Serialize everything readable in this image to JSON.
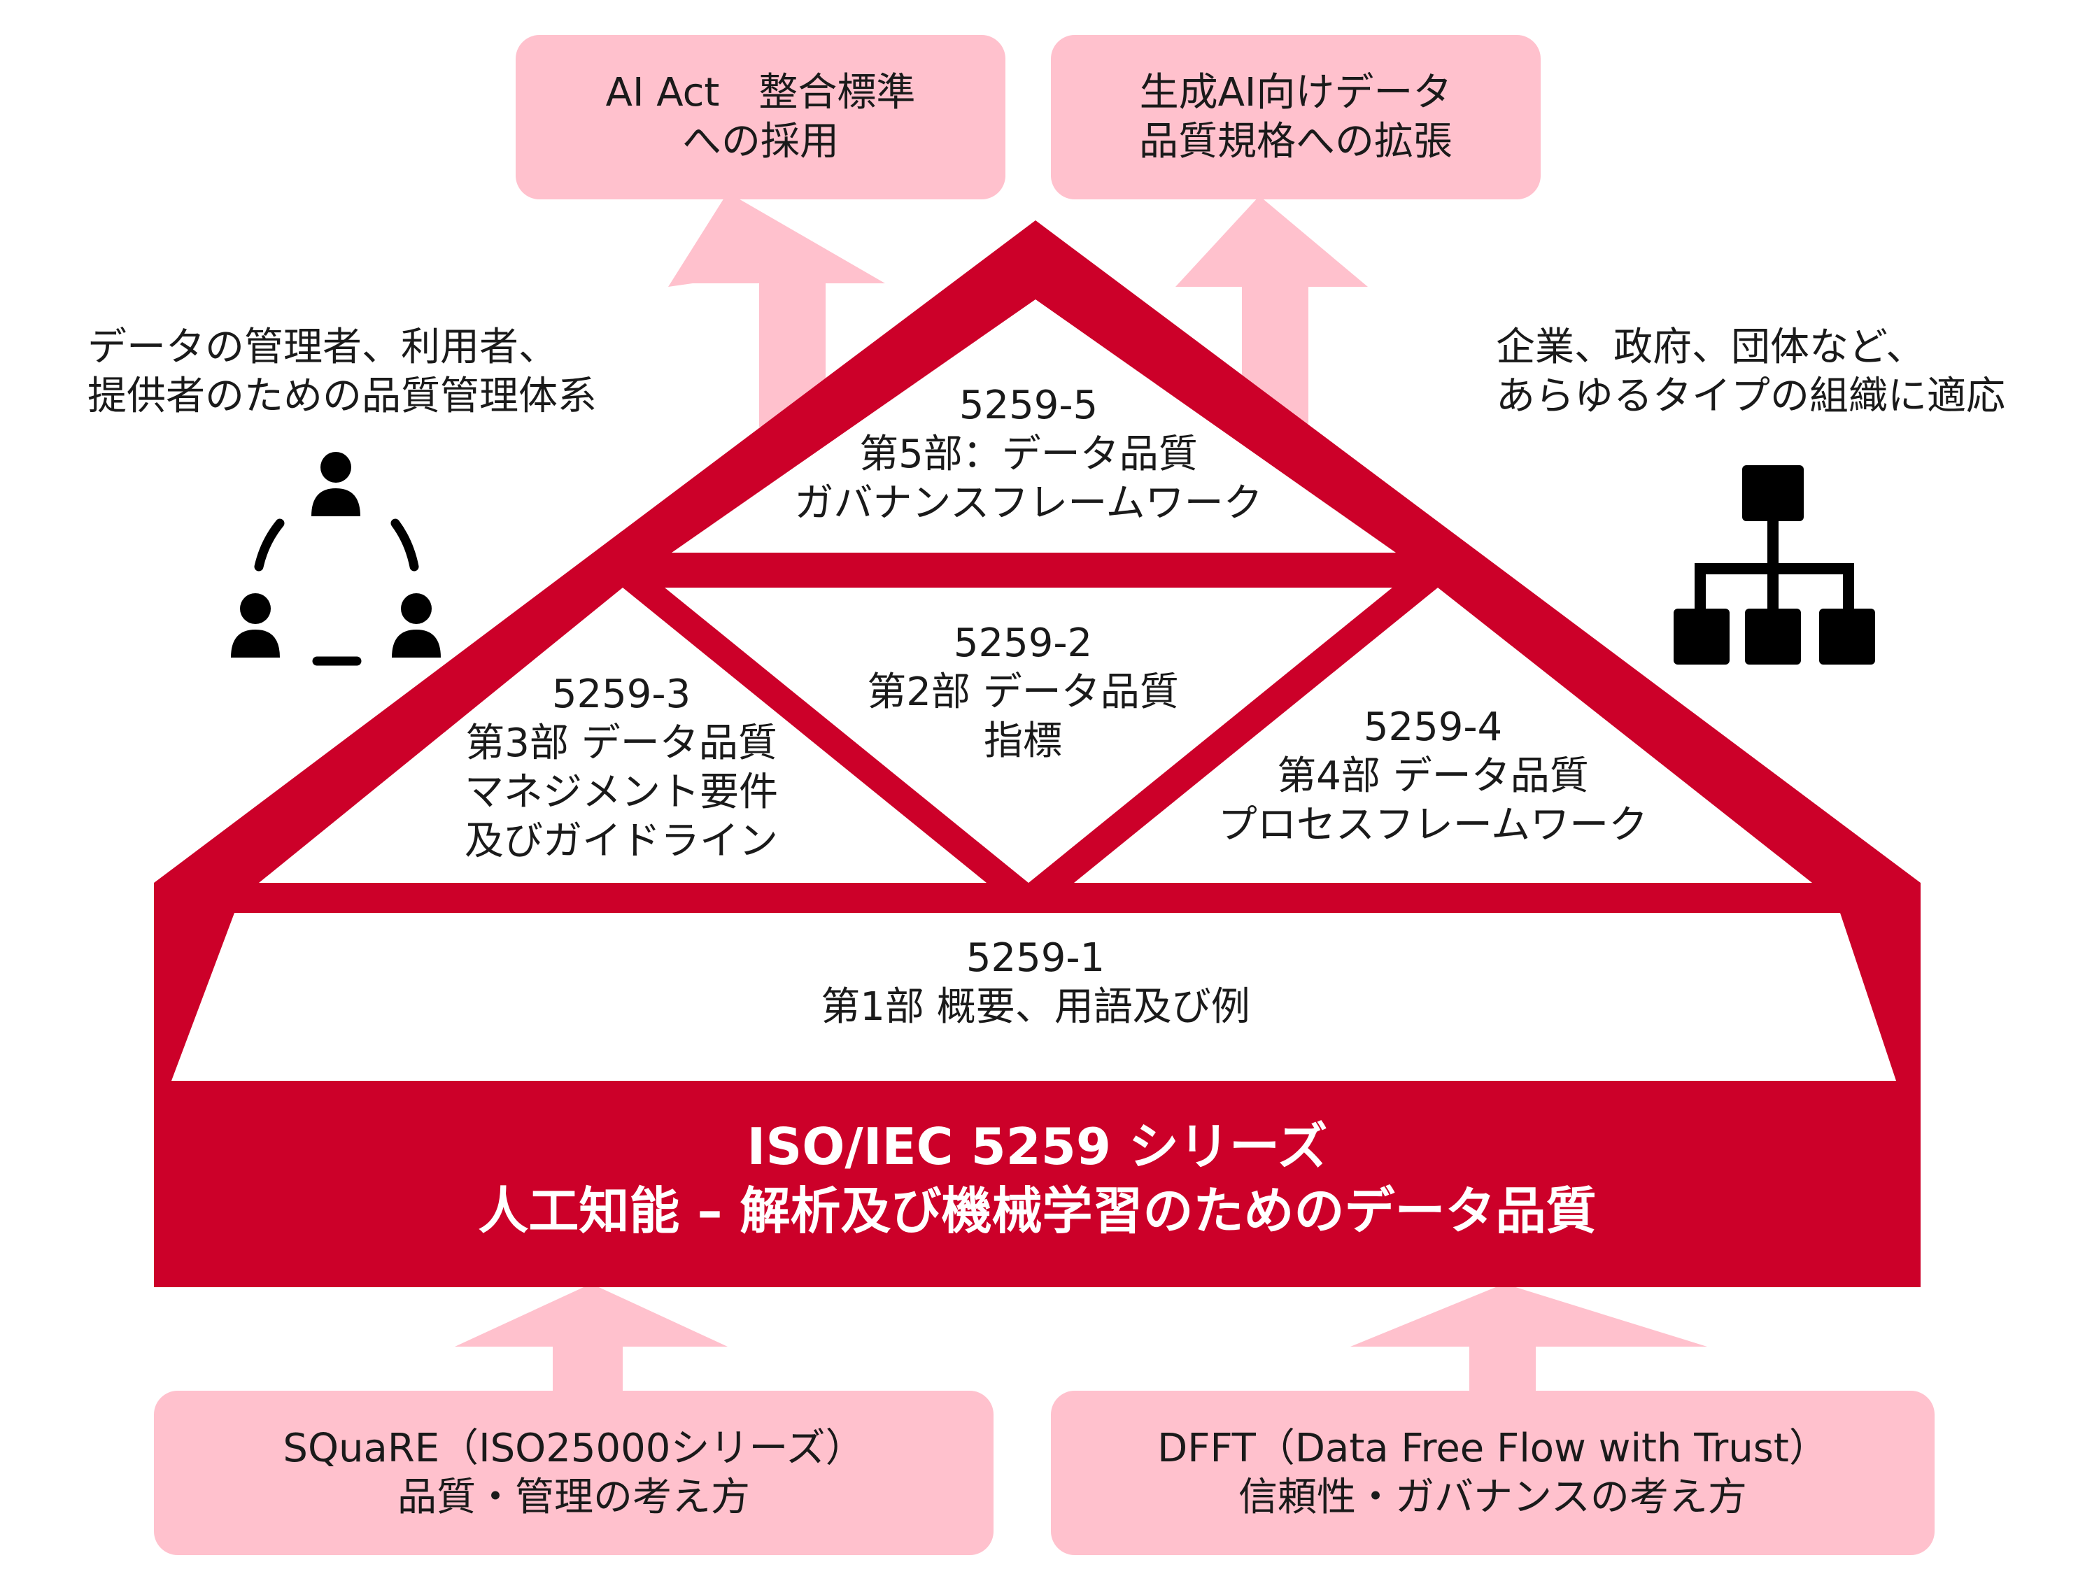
{
  "colors": {
    "red": "#cc0029",
    "pink": "#ffc1cd",
    "white": "#ffffff",
    "icon": "#000000"
  },
  "top_boxes": [
    {
      "lines": [
        "AI Act　整合標準",
        "への採用"
      ]
    },
    {
      "lines": [
        "生成AI向けデータ",
        "品質規格への拡張"
      ]
    }
  ],
  "side_notes": {
    "left": [
      "データの管理者、利用者、",
      "提供者のための品質管理体系"
    ],
    "right": [
      "企業、政府、団体など、",
      "あらゆるタイプの組織に適応"
    ]
  },
  "parts": {
    "p5": [
      "5259-5",
      "第5部：データ品質",
      "ガバナンスフレームワーク"
    ],
    "p2": [
      "5259-2",
      "第2部 データ品質",
      "指標"
    ],
    "p3": [
      "5259-3",
      "第3部 データ品質",
      "マネジメント要件",
      "及びガイドライン"
    ],
    "p4": [
      "5259-4",
      "第4部 データ品質",
      "プロセスフレームワーク"
    ],
    "p1": [
      "5259-1",
      "第1部 概要、用語及び例"
    ]
  },
  "banner": [
    "ISO/IEC 5259 シリーズ",
    "人工知能 – 解析及び機械学習のためのデータ品質"
  ],
  "bottom_boxes": [
    {
      "lines": [
        "SQuaRE（ISO25000シリーズ）",
        "品質・管理の考え方"
      ]
    },
    {
      "lines": [
        "DFFT（Data Free Flow with Trust）",
        "信頼性・ガバナンスの考え方"
      ]
    }
  ],
  "icons": {
    "left": "people-cycle-icon",
    "right": "org-chart-icon"
  }
}
